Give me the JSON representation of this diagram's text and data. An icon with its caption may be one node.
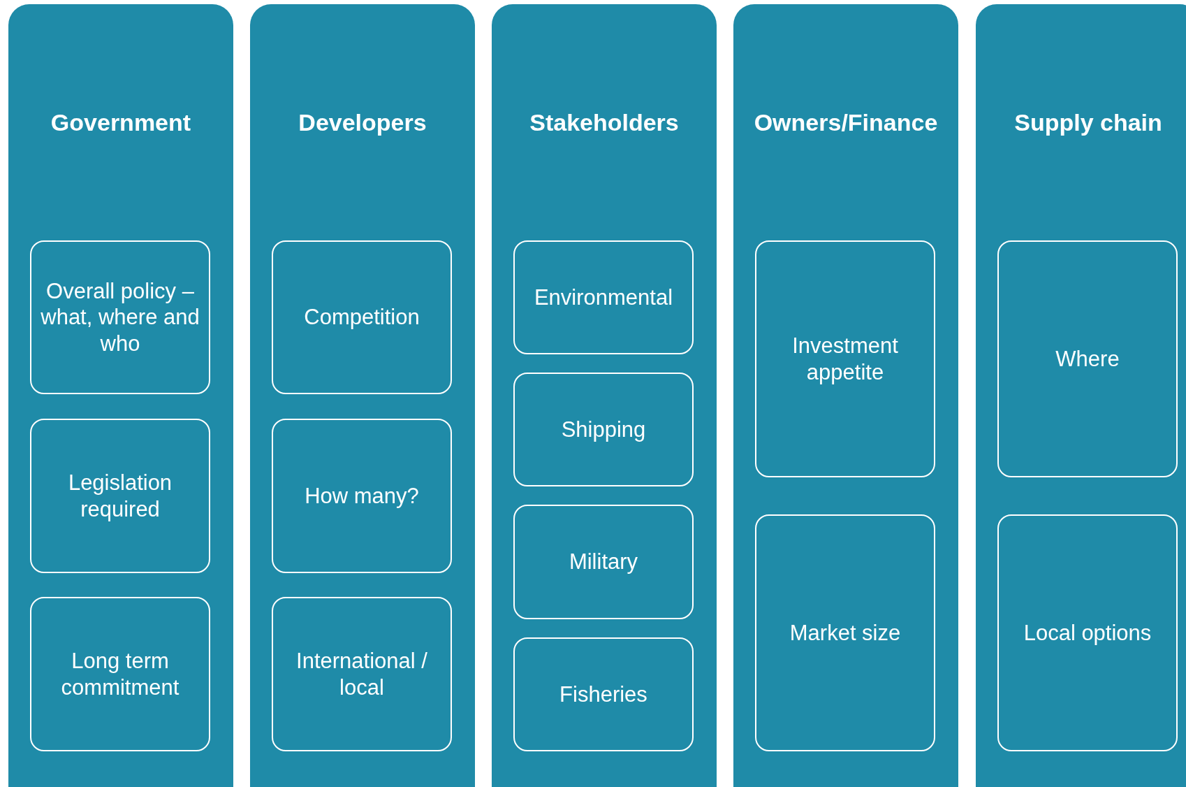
{
  "diagram": {
    "nodes": [
      {
        "text": [
          "Government"
        ]
      },
      {
        "text": [
          "Overall policy – what, where and who"
        ],
        "in": 0
      },
      {
        "text": [
          "Legislation required"
        ],
        "in": 0
      },
      {
        "text": [
          "Long term commitment"
        ],
        "in": 0
      },
      {
        "text": [
          "Developers"
        ]
      },
      {
        "text": [
          "Competition"
        ],
        "in": 4
      },
      {
        "text": [
          "How many?"
        ],
        "in": 4
      },
      {
        "text": [
          "International / local"
        ],
        "in": 4
      },
      {
        "text": [
          "Stakeholders"
        ]
      },
      {
        "text": [
          "Environmental"
        ],
        "in": 8
      },
      {
        "text": [
          "Shipping"
        ],
        "in": 8
      },
      {
        "text": [
          "Military"
        ],
        "in": 8
      },
      {
        "text": [
          "Fisheries"
        ],
        "in": 8
      },
      {
        "text": [
          "Owners/Finance"
        ]
      },
      {
        "text": [
          "Investment appetite"
        ],
        "in": 13
      },
      {
        "text": [
          "Market size"
        ],
        "in": 13
      },
      {
        "text": [
          "Supply chain"
        ]
      },
      {
        "text": [
          "Where"
        ],
        "in": 16
      },
      {
        "text": [
          "Local options"
        ],
        "in": 16
      }
    ]
  }
}
